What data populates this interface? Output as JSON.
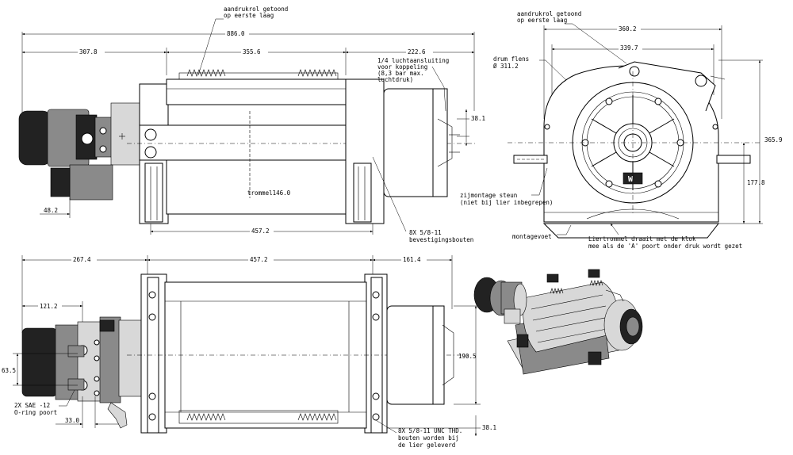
{
  "front_view": {
    "overall_length": "886.0",
    "left_length": "307.8",
    "drum_length": "355.6",
    "right_length": "222.6",
    "drum_label": "trommel146.0",
    "foot_spacing": "457.2",
    "motor_offset": "48.2",
    "side_offset": "38.1",
    "roller_note": [
      "aandrukrol getoond",
      "op eerste laag"
    ],
    "air_note": [
      "1/4 luchtaansluiting",
      "voor koppeling",
      "(8,3 bar max.",
      "luchtdruk)"
    ],
    "bolt_note": [
      "8X 5/8-11",
      "bevestigingsbouten"
    ]
  },
  "end_view": {
    "roller_note": [
      "aandrukrol getoond",
      "op eerste laag"
    ],
    "total_width": "360.2",
    "flange_width": "339.7",
    "flange_label": [
      "drum flens",
      "Ø 311.2"
    ],
    "total_height": "365.9",
    "axis_height": "177.8",
    "side_mount_note": [
      "zijmontage steun",
      "(niet bij lier inbegrepen)"
    ],
    "foot_label": "montagevoet",
    "rotation_note": [
      "Liertrommel draait met de klok",
      "mee als de 'A' poort onder druk wordt gezet"
    ]
  },
  "top_view": {
    "left_length": "267.4",
    "foot_spacing": "457.2",
    "right_length": "161.4",
    "motor_offset": "121.2",
    "port_spacing": "63.5",
    "port_offset": "33.0",
    "port_note": [
      "2X SAE -12",
      "O-ring poort"
    ],
    "right_height": "190.5",
    "right_offset": "38.1",
    "bolt_note": [
      "8X 5/8-11 UNC THD.",
      "bouten worden bij",
      "de lier geleverd"
    ]
  },
  "logo_mark": "W"
}
